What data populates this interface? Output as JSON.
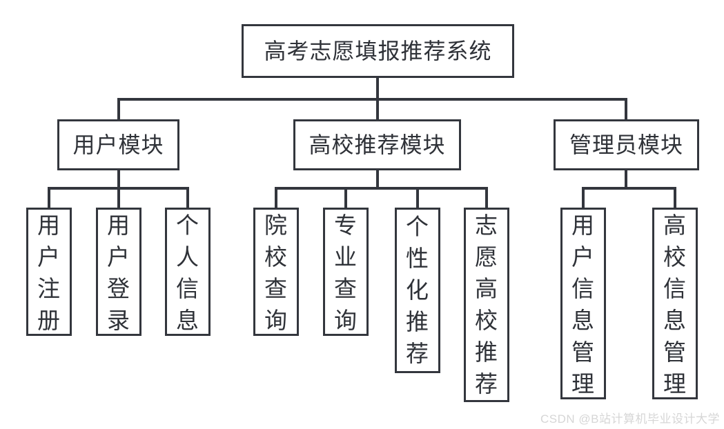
{
  "diagram": {
    "title": "高考志愿填报推荐系统",
    "root": {
      "label": "高考志愿填报推荐系统"
    },
    "modules": [
      {
        "label": "用户模块",
        "children": [
          {
            "label": "用户注册"
          },
          {
            "label": "用户登录"
          },
          {
            "label": "个人信息"
          }
        ]
      },
      {
        "label": "高校推荐模块",
        "children": [
          {
            "label": "院校查询"
          },
          {
            "label": "专业查询"
          },
          {
            "label": "个性化推荐"
          },
          {
            "label": "志愿高校推荐"
          }
        ]
      },
      {
        "label": "管理员模块",
        "children": [
          {
            "label": "用户信息管理"
          },
          {
            "label": "高校信息管理"
          }
        ]
      }
    ]
  },
  "watermark": {
    "text": "CSDN @B站计算机毕业设计大学"
  },
  "colors": {
    "line": "#33363d",
    "text": "#2f3238",
    "background": "#ffffff",
    "watermark": "#d6d6d6"
  }
}
